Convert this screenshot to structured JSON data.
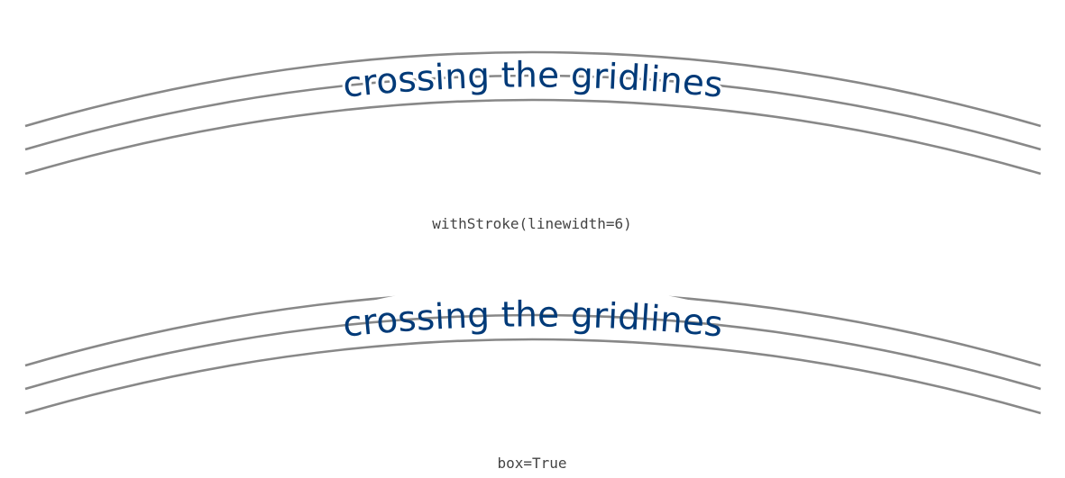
{
  "colors": {
    "gridline": "#888888",
    "text": "#003a78",
    "caption": "#444444",
    "background": "#ffffff"
  },
  "panels": [
    {
      "text": "crossing the gridlines",
      "caption": "withStroke(linewidth=6)",
      "effect": "stroke"
    },
    {
      "text": "crossing the gridlines",
      "caption": "box=True",
      "effect": "box"
    }
  ]
}
